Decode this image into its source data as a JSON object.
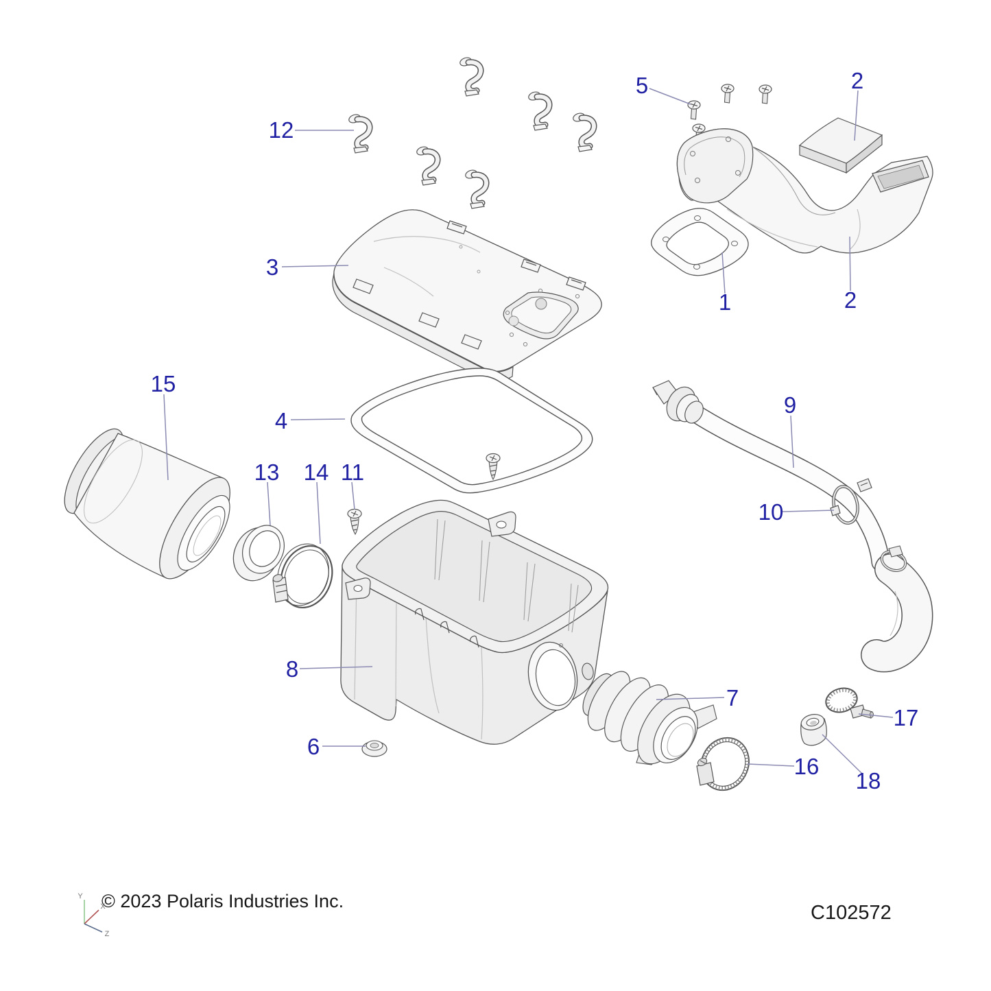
{
  "document": {
    "type": "exploded-parts-diagram",
    "copyright": "© 2023 Polaris Industries Inc.",
    "drawing_number": "C102572"
  },
  "axis_triad": {
    "x_label": "X",
    "y_label": "Y",
    "z_label": "Z"
  },
  "callouts": [
    {
      "ref": "12"
    },
    {
      "ref": "5"
    },
    {
      "ref": "2"
    },
    {
      "ref": "3"
    },
    {
      "ref": "1"
    },
    {
      "ref": "2"
    },
    {
      "ref": "15"
    },
    {
      "ref": "4"
    },
    {
      "ref": "13"
    },
    {
      "ref": "14"
    },
    {
      "ref": "11"
    },
    {
      "ref": "9"
    },
    {
      "ref": "10"
    },
    {
      "ref": "8"
    },
    {
      "ref": "6"
    },
    {
      "ref": "7"
    },
    {
      "ref": "16"
    },
    {
      "ref": "17"
    },
    {
      "ref": "18"
    }
  ],
  "colors": {
    "callout_text": "#2121a3",
    "leader_line": "#8a8ab2",
    "line_art": "#555555",
    "axis_x": "#b05050",
    "axis_y": "#8fca8f",
    "axis_z": "#5a6b8c"
  }
}
